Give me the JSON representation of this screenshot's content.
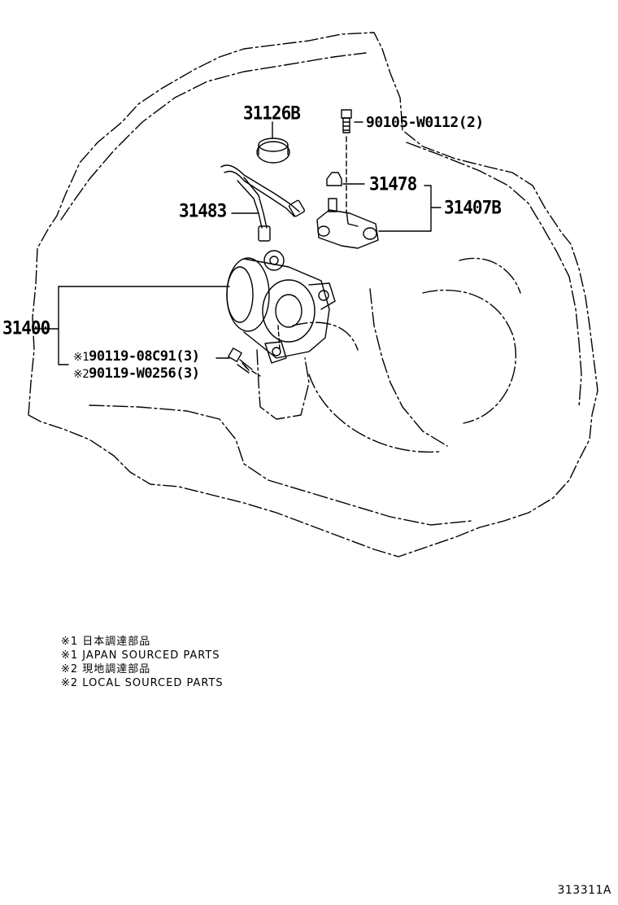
{
  "parts": {
    "p31126B": "31126B",
    "p90105": "90105-W0112(2)",
    "p31478": "31478",
    "p31483": "31483",
    "p31407B": "31407B",
    "p31400": "31400",
    "p90119a_mark": "※1",
    "p90119a": "90119-08C91(3)",
    "p90119b_mark": "※2",
    "p90119b": "90119-W0256(3)"
  },
  "notes": [
    "※1 日本調達部品",
    "※1 JAPAN SOURCED PARTS",
    "※2 現地調達部品",
    "※2 LOCAL SOURCED PARTS"
  ],
  "figure_number": "313311A"
}
